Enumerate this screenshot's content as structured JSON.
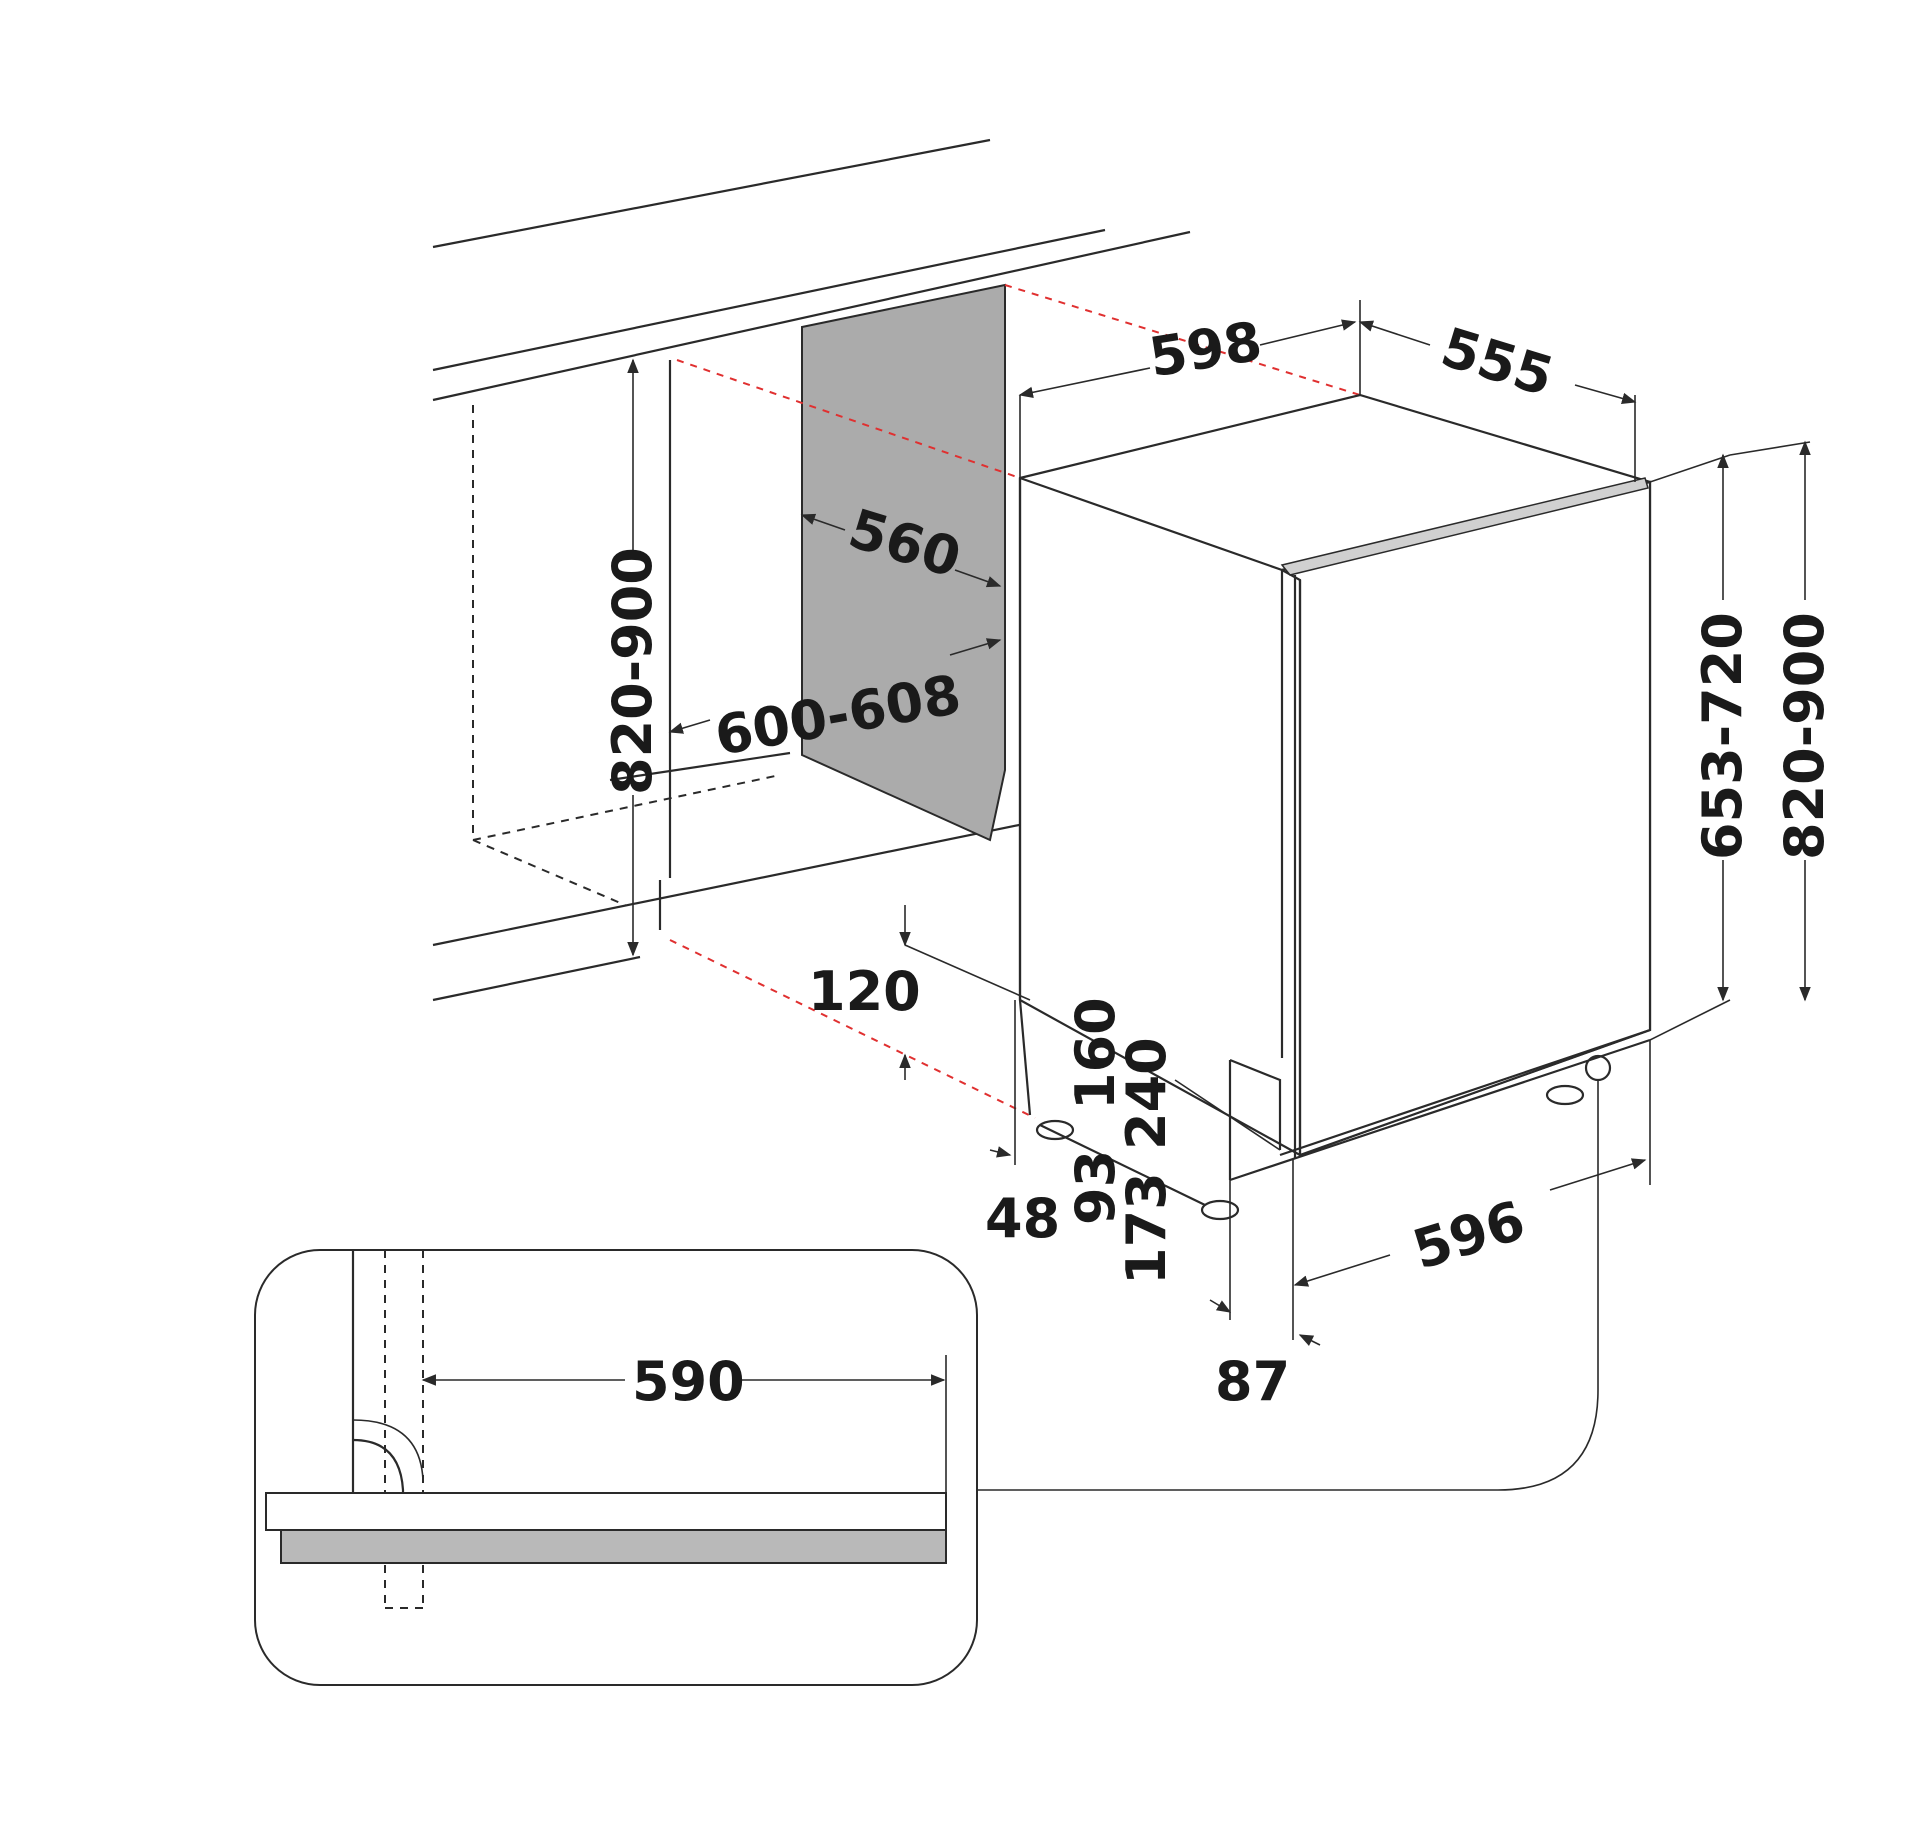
{
  "dimensions": {
    "width_top": "598",
    "depth_top": "555",
    "niche_depth": "560",
    "niche_width": "600-608",
    "niche_height": "820-900",
    "height_right": "820-900",
    "appliance_height": "653-720",
    "plinth_120": "120",
    "d160": "160",
    "d240": "240",
    "d48": "48",
    "d93": "93",
    "d173": "173",
    "width_bottom": "596",
    "d87": "87",
    "detail_590": "590"
  },
  "colors": {
    "line": "#2a2a2a",
    "red_dashed": "#e03030",
    "niche_fill": "#ababab",
    "door_strip": "#b9b9b9"
  }
}
